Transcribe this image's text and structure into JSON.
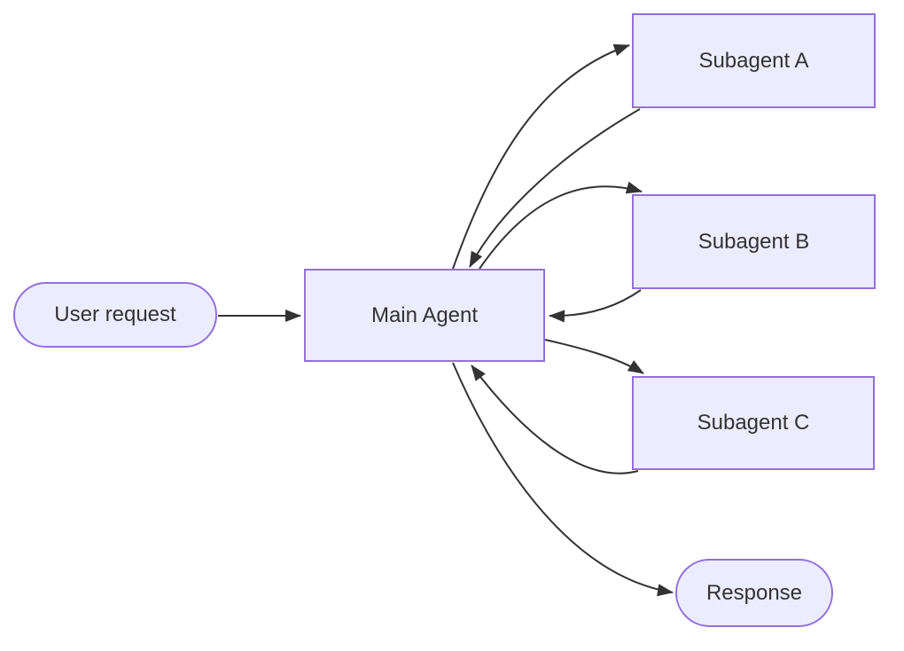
{
  "diagram": {
    "type": "flowchart",
    "direction": "left-to-right",
    "nodes": [
      {
        "id": "user_request",
        "label": "User request",
        "shape": "stadium"
      },
      {
        "id": "main_agent",
        "label": "Main Agent",
        "shape": "rectangle"
      },
      {
        "id": "subagent_a",
        "label": "Subagent A",
        "shape": "rectangle"
      },
      {
        "id": "subagent_b",
        "label": "Subagent B",
        "shape": "rectangle"
      },
      {
        "id": "subagent_c",
        "label": "Subagent C",
        "shape": "rectangle"
      },
      {
        "id": "response",
        "label": "Response",
        "shape": "stadium"
      }
    ],
    "edges": [
      {
        "from": "user_request",
        "to": "main_agent",
        "label": ""
      },
      {
        "from": "main_agent",
        "to": "subagent_a",
        "label": ""
      },
      {
        "from": "subagent_a",
        "to": "main_agent",
        "label": ""
      },
      {
        "from": "main_agent",
        "to": "subagent_b",
        "label": ""
      },
      {
        "from": "subagent_b",
        "to": "main_agent",
        "label": ""
      },
      {
        "from": "main_agent",
        "to": "subagent_c",
        "label": ""
      },
      {
        "from": "subagent_c",
        "to": "main_agent",
        "label": ""
      },
      {
        "from": "main_agent",
        "to": "response",
        "label": ""
      }
    ],
    "colors": {
      "background": "#FFFFFF",
      "node_fill": "#ECECFF",
      "node_border": "#9370DB",
      "edge_stroke": "#333333",
      "text": "#333333"
    }
  }
}
